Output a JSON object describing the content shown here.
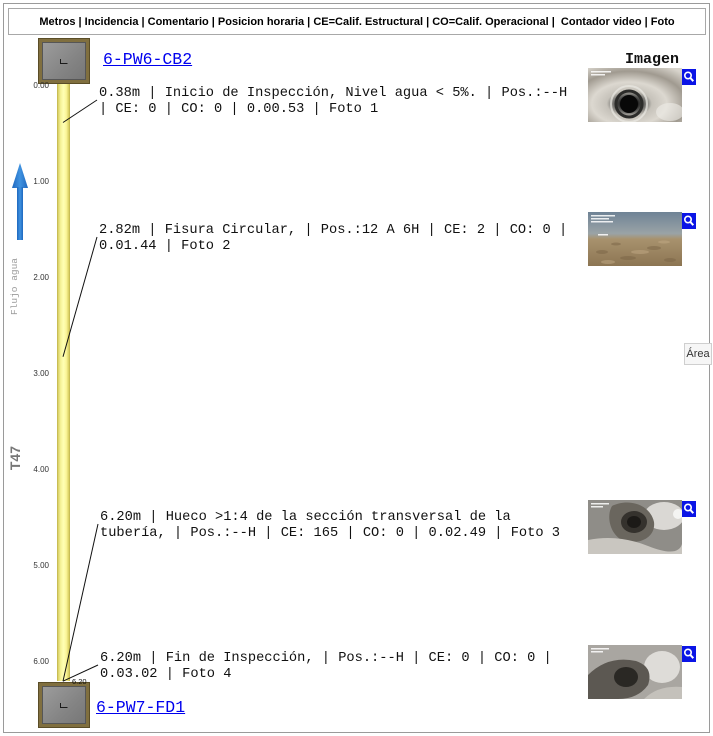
{
  "header": {
    "legend": "Metros | Incidencia | Comentario | Posicion horaria | CE=Calif. Estructural | CO=Calif. Operacional |  Contador video | Foto"
  },
  "start_node": {
    "label": "6-PW6-CB2"
  },
  "end_node": {
    "label": "6-PW7-FD1"
  },
  "image_column_title": "Imagen",
  "flow_label": "Flujo agua",
  "section_label": "T47",
  "area_tab": "Área",
  "pipe": {
    "length_m": 6.2,
    "end_label": "6.20"
  },
  "scale": {
    "ticks": [
      "0.00",
      "1.00",
      "2.00",
      "3.00",
      "4.00",
      "5.00",
      "6.00"
    ]
  },
  "observations": [
    {
      "meters": 0.38,
      "lines": [
        "0.38m | Inicio de Inspección, Nivel agua < 5%. | Pos.:--H",
        "| CE: 0 | CO: 0 | 0.00.53 | Foto 1"
      ]
    },
    {
      "meters": 2.82,
      "lines": [
        "2.82m | Fisura Circular, | Pos.:12 A 6H | CE: 2 | CO: 0 |",
        "0.01.44 | Foto 2"
      ]
    },
    {
      "meters": 6.2,
      "lines": [
        "6.20m | Hueco >1:4 de la sección transversal de la",
        "tubería, | Pos.:--H | CE: 165 | CO: 0 | 0.02.49 | Foto 3"
      ]
    },
    {
      "meters": 6.2,
      "lines": [
        "6.20m | Fin de Inspección, | Pos.:--H | CE: 0 | CO: 0 |",
        "0.03.02 | Foto 4"
      ]
    }
  ],
  "icons": {
    "zoom": "magnifier-icon",
    "flow": "arrow-up-icon",
    "manhole": "manhole-icon"
  },
  "colors": {
    "link": "#0000ee",
    "pipe": "#ffff99",
    "flow_arrow": "#2b7fd4",
    "zoom_button": "#0a14e6",
    "manhole_frame": "#806f3f"
  }
}
